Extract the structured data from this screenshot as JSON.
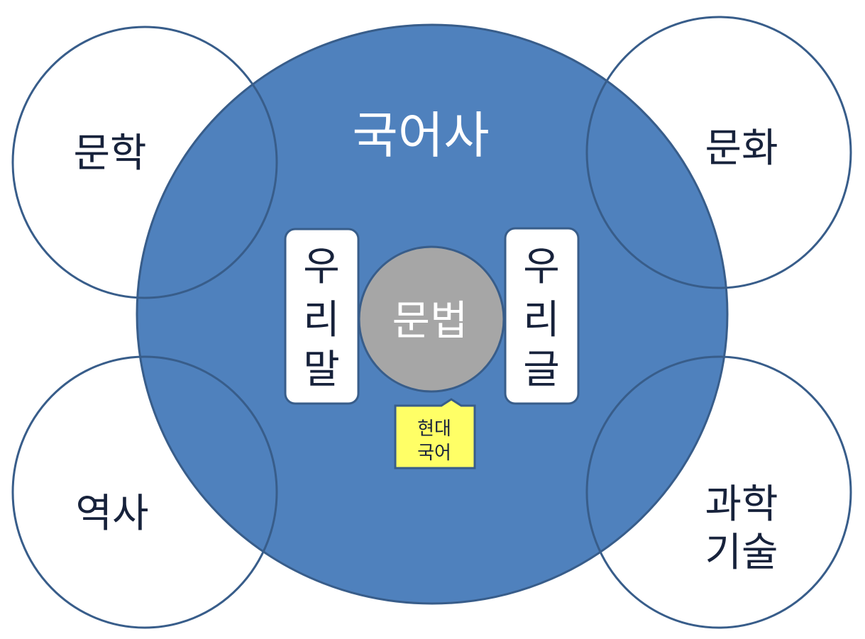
{
  "colors": {
    "main_fill": "#4f81bd",
    "stroke": "#385d8a",
    "center_fill": "#a6a6a6",
    "callout_fill": "#ffff66",
    "text_dark": "#17223b"
  },
  "main": {
    "title": "국어사"
  },
  "outer": {
    "top_left": "문학",
    "top_right": "문화",
    "bottom_left": "역사",
    "bottom_right_line1": "과학",
    "bottom_right_line2": "기술"
  },
  "left_box": {
    "chars": [
      "우",
      "리",
      "말"
    ]
  },
  "right_box": {
    "chars": [
      "우",
      "리",
      "글"
    ]
  },
  "center": {
    "label": "문법"
  },
  "callout": {
    "line1": "현대",
    "line2": "국어"
  }
}
